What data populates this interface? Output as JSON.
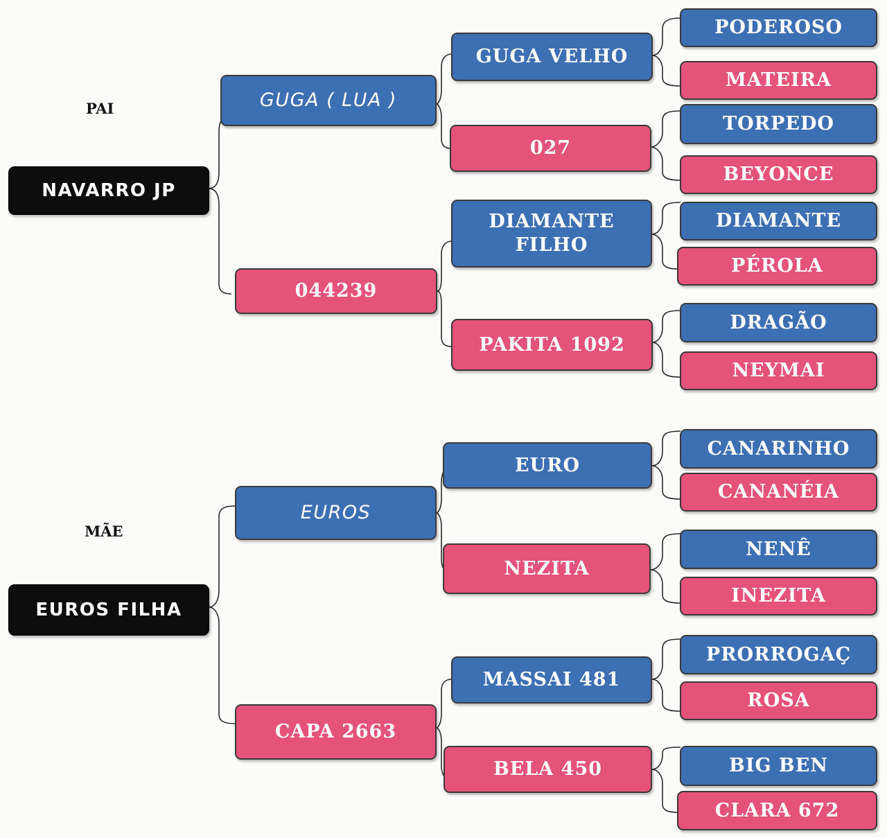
{
  "labels": {
    "pai": "PAI",
    "mae": "MÃE"
  },
  "colors": {
    "sire": "#3d6fb3",
    "dam": "#e5527a",
    "subject": "#0d0d0d",
    "connector": "#2a2a2a"
  },
  "sire": {
    "name": "NAVARRO JP",
    "father": {
      "name": "GUGA ( LUA )",
      "father": {
        "name": "GUGA VELHO",
        "father": "PODEROSO",
        "mother": "MATEIRA"
      },
      "mother": {
        "name": "027",
        "father": "TORPEDO",
        "mother": "BEYONCE"
      }
    },
    "mother": {
      "name": "044239",
      "father": {
        "name": "DIAMANTE\nFILHO",
        "father": "DIAMANTE",
        "mother": "PÉROLA"
      },
      "mother": {
        "name": "PAKITA 1092",
        "father": "DRAGÃO",
        "mother": "NEYMAI"
      }
    }
  },
  "dam": {
    "name": "EUROS FILHA",
    "father": {
      "name": "EUROS",
      "father": {
        "name": "EURO",
        "father": "CANARINHO",
        "mother": "CANANÉIA"
      },
      "mother": {
        "name": "NEZITA",
        "father": "NENÊ",
        "mother": "INEZITA"
      }
    },
    "mother": {
      "name": "CAPA 2663",
      "father": {
        "name": "MASSAI 481",
        "father": "PRORROGAÇ",
        "mother": "ROSA"
      },
      "mother": {
        "name": "BELA 450",
        "father": "BIG BEN",
        "mother": "CLARA 672"
      }
    }
  }
}
